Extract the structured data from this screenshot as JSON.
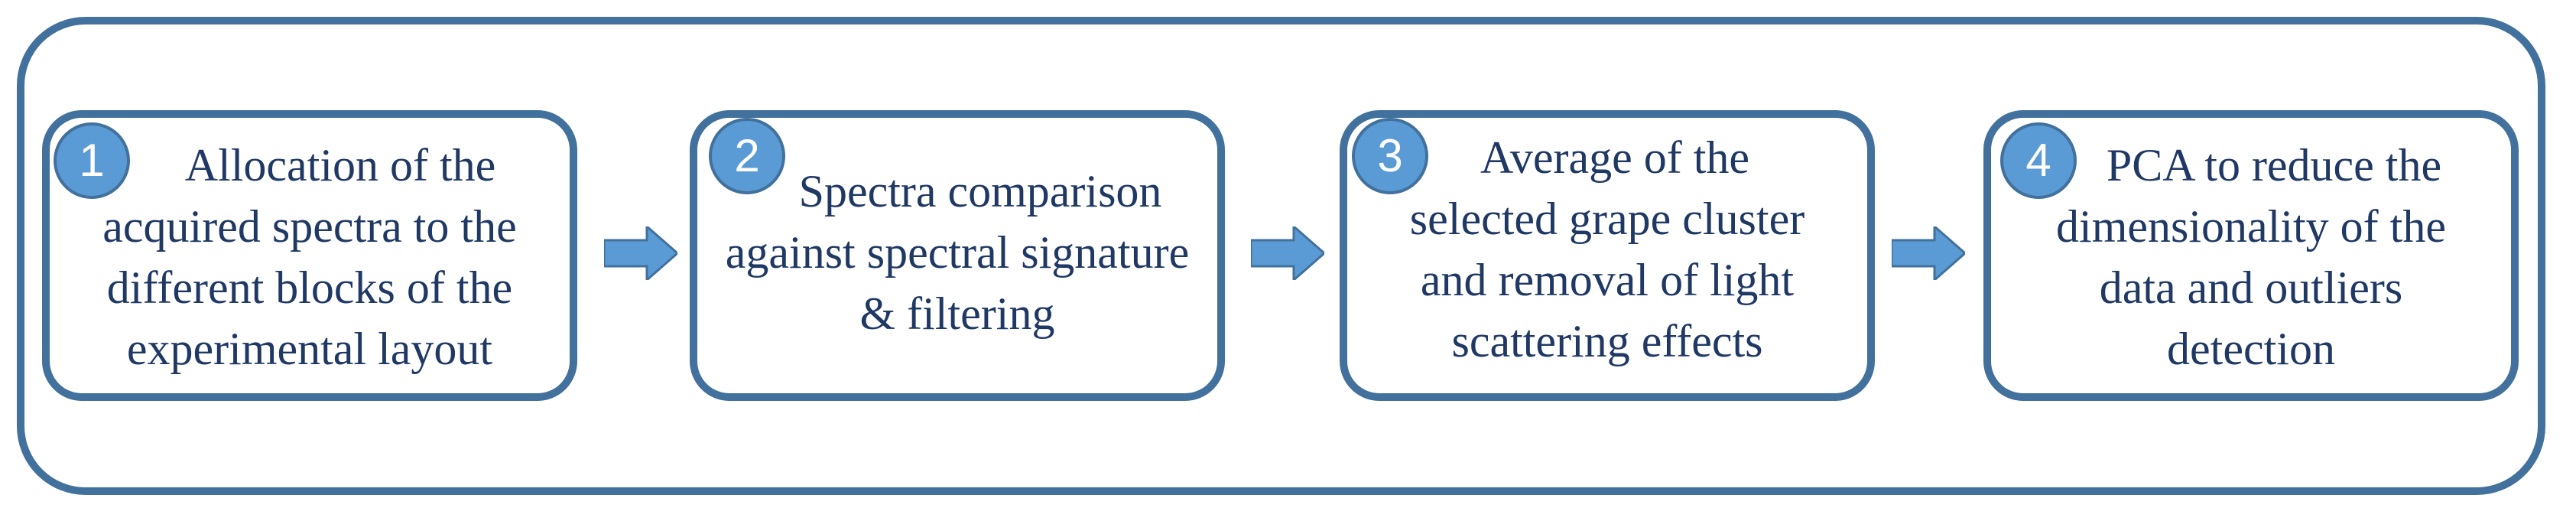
{
  "diagram": {
    "colors": {
      "frame_border": "#41719c",
      "badge_fill": "#5b9bd5",
      "badge_text": "#ffffff",
      "text": "#1f3864",
      "arrow_fill": "#5b9bd5"
    },
    "steps": [
      {
        "number": "1",
        "lines": [
          "Allocation of the",
          "acquired spectra to the",
          "different blocks of the",
          "experimental layout"
        ]
      },
      {
        "number": "2",
        "lines": [
          "Spectra comparison",
          "against spectral signature",
          "& filtering"
        ]
      },
      {
        "number": "3",
        "lines": [
          "Average of the",
          "selected grape cluster",
          "and removal of light",
          "scattering effects"
        ]
      },
      {
        "number": "4",
        "lines": [
          "PCA to reduce the",
          "dimensionality of the",
          "data and outliers",
          "detection"
        ]
      }
    ],
    "connectors": [
      "arrow-right-icon",
      "arrow-right-icon",
      "arrow-right-icon"
    ]
  }
}
